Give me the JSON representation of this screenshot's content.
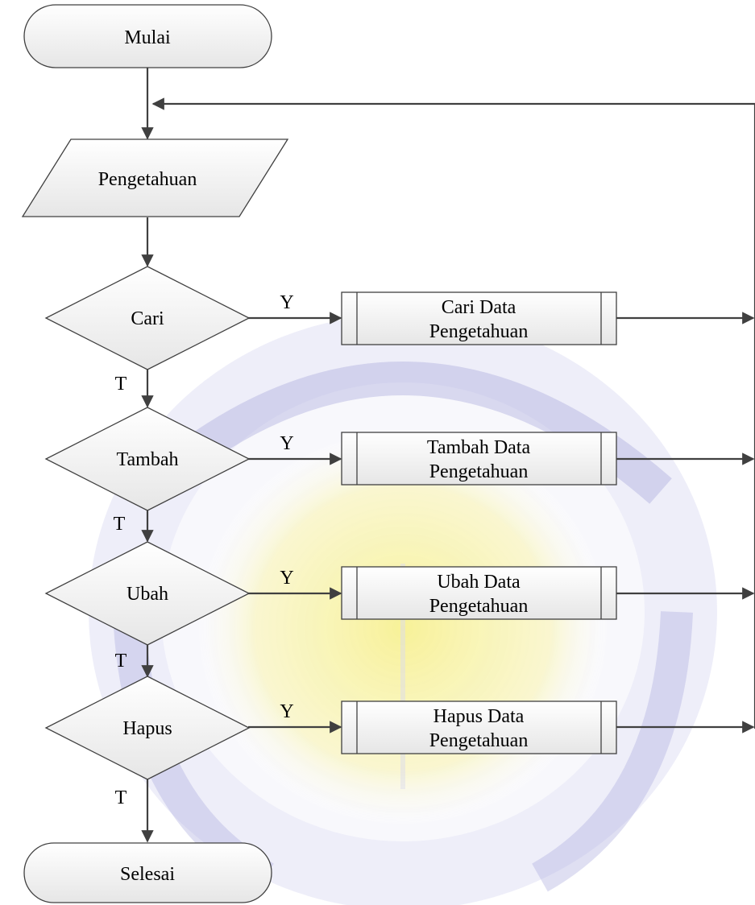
{
  "colors": {
    "shape_fill_top": "#ffffff",
    "shape_fill_bottom": "#e6e6e6",
    "stroke": "#404040",
    "text": "#000000",
    "watermark_blue": "#9a9ad2",
    "watermark_yellow": "#f7ef7a"
  },
  "flow": {
    "start": "Mulai",
    "input": "Pengetahuan",
    "decisions": [
      "Cari",
      "Tambah",
      "Ubah",
      "Hapus"
    ],
    "processes": [
      {
        "line1": "Cari Data",
        "line2": "Pengetahuan"
      },
      {
        "line1": "Tambah Data",
        "line2": "Pengetahuan"
      },
      {
        "line1": "Ubah Data",
        "line2": "Pengetahuan"
      },
      {
        "line1": "Hapus Data",
        "line2": "Pengetahuan"
      }
    ],
    "end": "Selesai",
    "yes_label": "Y",
    "no_label": "T"
  },
  "watermark": {
    "icon": "university-seal-watermark"
  }
}
